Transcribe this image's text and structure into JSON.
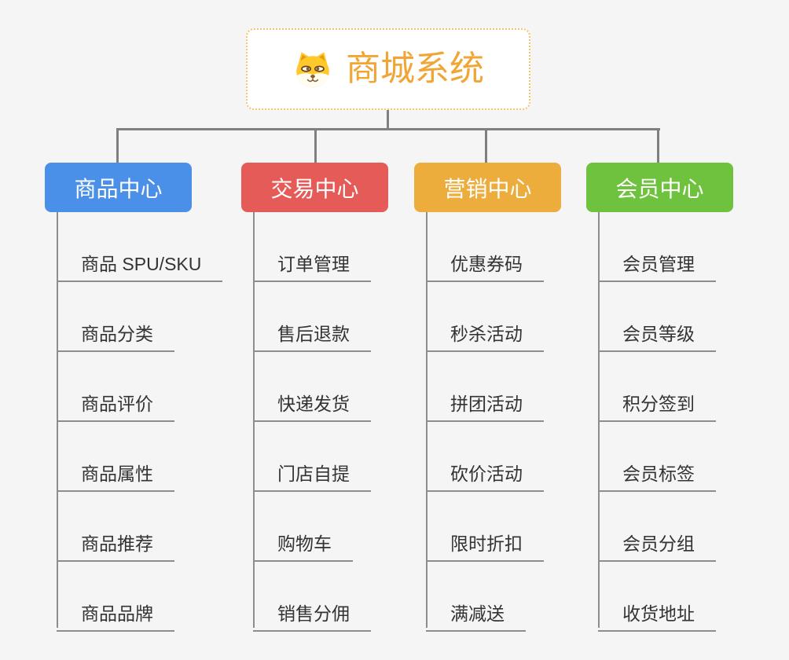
{
  "page": {
    "background": "#f5f5f6",
    "connector_color": "#808080",
    "underline_color": "#8d8d8d"
  },
  "root": {
    "title": "商城系统",
    "icon": "dog-face-icon",
    "title_color": "#f0a534",
    "border_color": "#f3c46e"
  },
  "branches": [
    {
      "label": "商品中心",
      "color": "#4a90e8",
      "children": [
        "商品 SPU/SKU",
        "商品分类",
        "商品评价",
        "商品属性",
        "商品推荐",
        "商品品牌"
      ]
    },
    {
      "label": "交易中心",
      "color": "#e45b58",
      "children": [
        "订单管理",
        "售后退款",
        "快递发货",
        "门店自提",
        "购物车",
        "销售分佣"
      ]
    },
    {
      "label": "营销中心",
      "color": "#edad3d",
      "children": [
        "优惠券码",
        "秒杀活动",
        "拼团活动",
        "砍价活动",
        "限时折扣",
        "满减送"
      ]
    },
    {
      "label": "会员中心",
      "color": "#6fc23d",
      "children": [
        "会员管理",
        "会员等级",
        "积分签到",
        "会员标签",
        "会员分组",
        "收货地址"
      ]
    }
  ]
}
